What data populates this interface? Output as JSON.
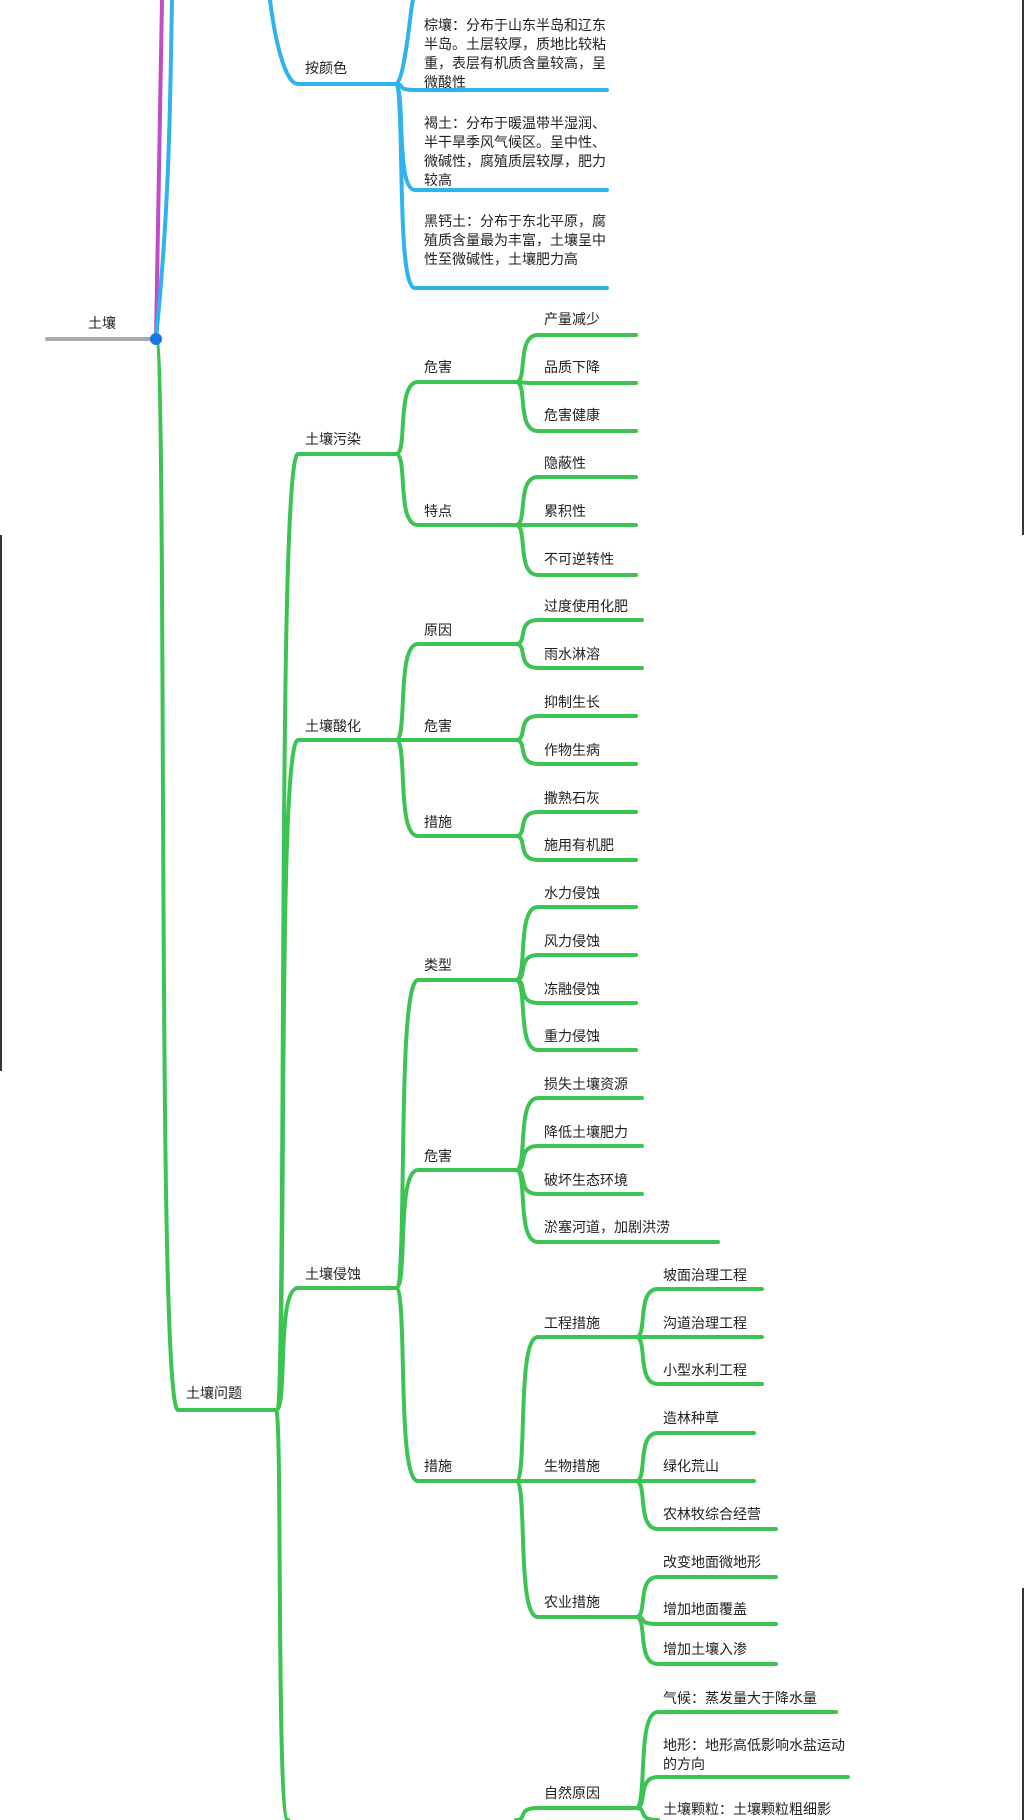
{
  "colors": {
    "root": "#aaaaaa",
    "purple": "#c04cc8",
    "blue": "#2fb3ee",
    "green": "#3cc452",
    "root_dot": "#1976e8"
  },
  "labels": {
    "root": "土壤",
    "by_color": "按颜色",
    "brown_soil": "棕壤：分布于山东半岛和辽东半岛。土层较厚，质地比较粘重，表层有机质含量较高，呈微酸性",
    "cinnamon_soil": "褐土：分布于暖温带半湿润、半干旱季风气候区。呈中性、微碱性，腐殖质层较厚，肥力较高",
    "chernozem": "黑钙土：分布于东北平原，腐殖质含量最为丰富，土壤呈中性至微碱性，土壤肥力高",
    "soil_problems": "土壤问题",
    "pollution": "土壤污染",
    "pollution_harm": "危害",
    "yield_drop": "产量减少",
    "quality_drop": "品质下降",
    "health_harm": "危害健康",
    "pollution_traits": "特点",
    "hidden": "隐蔽性",
    "cumulative": "累积性",
    "irreversible": "不可逆转性",
    "acidification": "土壤酸化",
    "acid_cause": "原因",
    "overuse_fertilizer": "过度使用化肥",
    "rain_leaching": "雨水淋溶",
    "acid_harm": "危害",
    "inhibit_growth": "抑制生长",
    "crop_disease": "作物生病",
    "acid_measures": "措施",
    "slaked_lime": "撒熟石灰",
    "organic_fertilizer": "施用有机肥",
    "erosion": "土壤侵蚀",
    "erosion_types": "类型",
    "water_erosion": "水力侵蚀",
    "wind_erosion": "风力侵蚀",
    "freeze_thaw_erosion": "冻融侵蚀",
    "gravity_erosion": "重力侵蚀",
    "erosion_harm": "危害",
    "lose_soil": "损失土壤资源",
    "lower_fertility": "降低土壤肥力",
    "damage_ecology": "破坏生态环境",
    "silt_rivers": "淤塞河道，加剧洪涝",
    "erosion_measures": "措施",
    "engineering": "工程措施",
    "slope_control": "坡面治理工程",
    "gully_control": "沟道治理工程",
    "small_water": "小型水利工程",
    "biological": "生物措施",
    "afforest": "造林种草",
    "green_hills": "绿化荒山",
    "agroforestry": "农林牧综合经营",
    "agricultural": "农业措施",
    "micro_terrain": "改变地面微地形",
    "ground_cover": "增加地面覆盖",
    "infiltration": "增加土壤入渗",
    "natural_causes": "自然原因",
    "climate": "气候：蒸发量大于降水量",
    "terrain": "地形：地形高低影响水盐运动的方向",
    "particles": "土壤颗粒：土壤颗粒粗细影"
  }
}
